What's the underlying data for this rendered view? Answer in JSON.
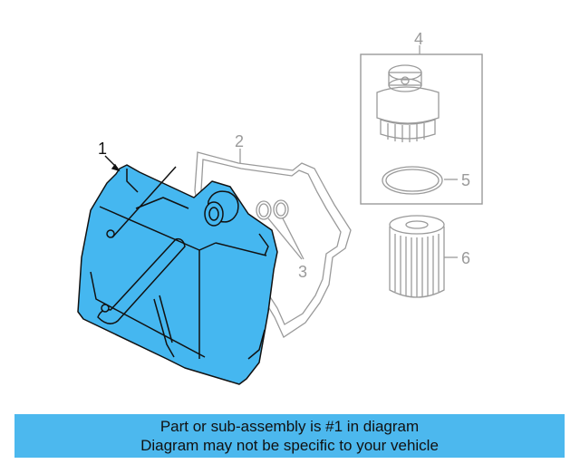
{
  "diagram": {
    "callouts": [
      {
        "id": "1",
        "label": "1",
        "active": true
      },
      {
        "id": "2",
        "label": "2",
        "active": false
      },
      {
        "id": "3",
        "label": "3",
        "active": false
      },
      {
        "id": "4",
        "label": "4",
        "active": false
      },
      {
        "id": "5",
        "label": "5",
        "active": false
      },
      {
        "id": "6",
        "label": "6",
        "active": false
      }
    ],
    "colors": {
      "highlight": "#45b7f0",
      "outline": "#111111",
      "dim": "#9a9a9a",
      "banner": "#4cb8ee"
    }
  },
  "banner": {
    "line1": "Part or sub-assembly is #1 in diagram",
    "line2": "Diagram may not be specific to your vehicle"
  }
}
